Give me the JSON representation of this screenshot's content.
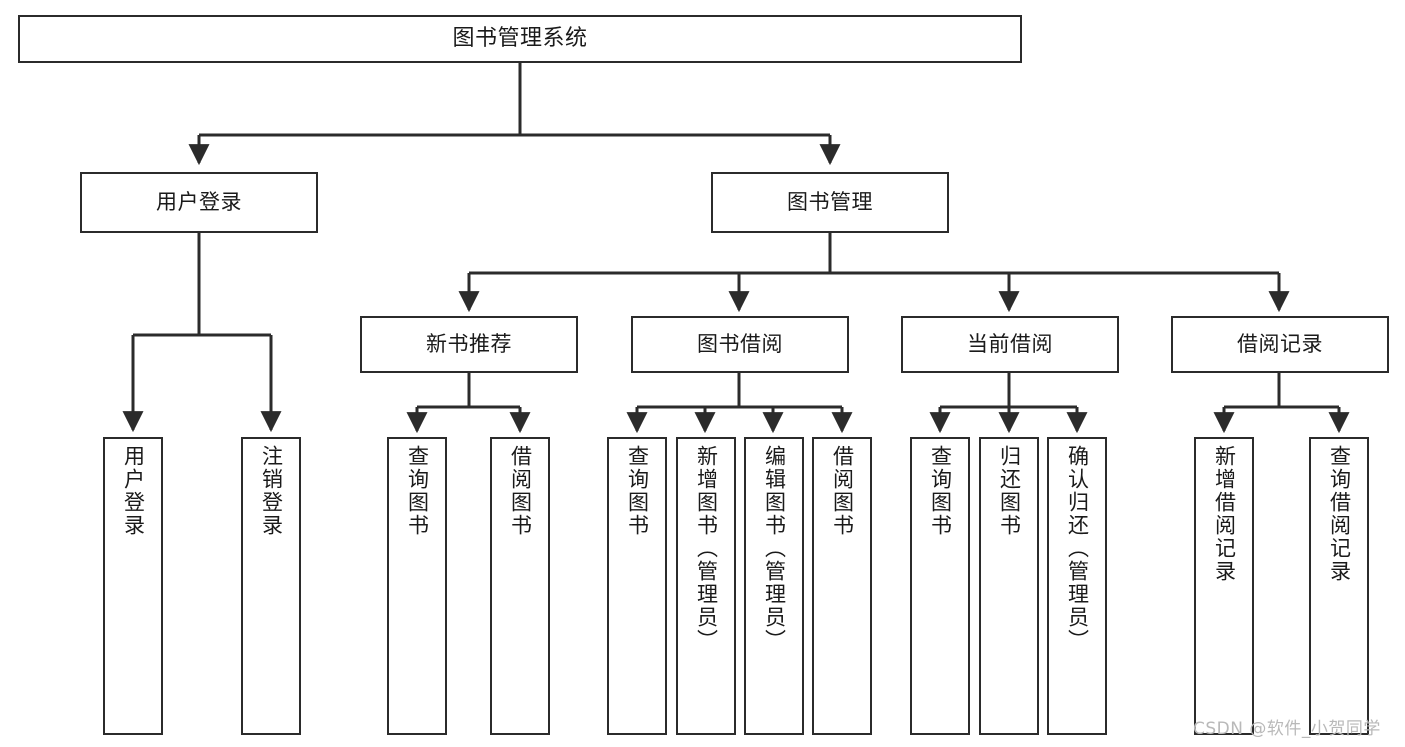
{
  "diagram": {
    "title": "图书管理系统",
    "type": "tree-hierarchy",
    "colors": {
      "stroke": "#2b2b2b",
      "fill": "#ffffff",
      "text": "#1a1a1a",
      "watermark": "#b9b9b9"
    },
    "nodes": {
      "root": {
        "label": "图书管理系统"
      },
      "level2": [
        {
          "label": "用户登录"
        },
        {
          "label": "图书管理"
        }
      ],
      "level3": [
        {
          "label": "新书推荐"
        },
        {
          "label": "图书借阅"
        },
        {
          "label": "当前借阅"
        },
        {
          "label": "借阅记录"
        }
      ],
      "leaves_user_login": [
        {
          "label": "用户登录"
        },
        {
          "label": "注销登录"
        }
      ],
      "leaves_new_book": [
        {
          "label": "查询图书"
        },
        {
          "label": "借阅图书"
        }
      ],
      "leaves_borrow": [
        {
          "label": "查询图书"
        },
        {
          "label": "新增图书（管理员）"
        },
        {
          "label": "编辑图书（管理员）"
        },
        {
          "label": "借阅图书"
        }
      ],
      "leaves_current": [
        {
          "label": "查询图书"
        },
        {
          "label": "归还图书"
        },
        {
          "label": "确认归还（管理员）"
        }
      ],
      "leaves_records": [
        {
          "label": "新增借阅记录"
        },
        {
          "label": "查询借阅记录"
        }
      ]
    },
    "watermark": "CSDN @软件_小贺同学"
  }
}
